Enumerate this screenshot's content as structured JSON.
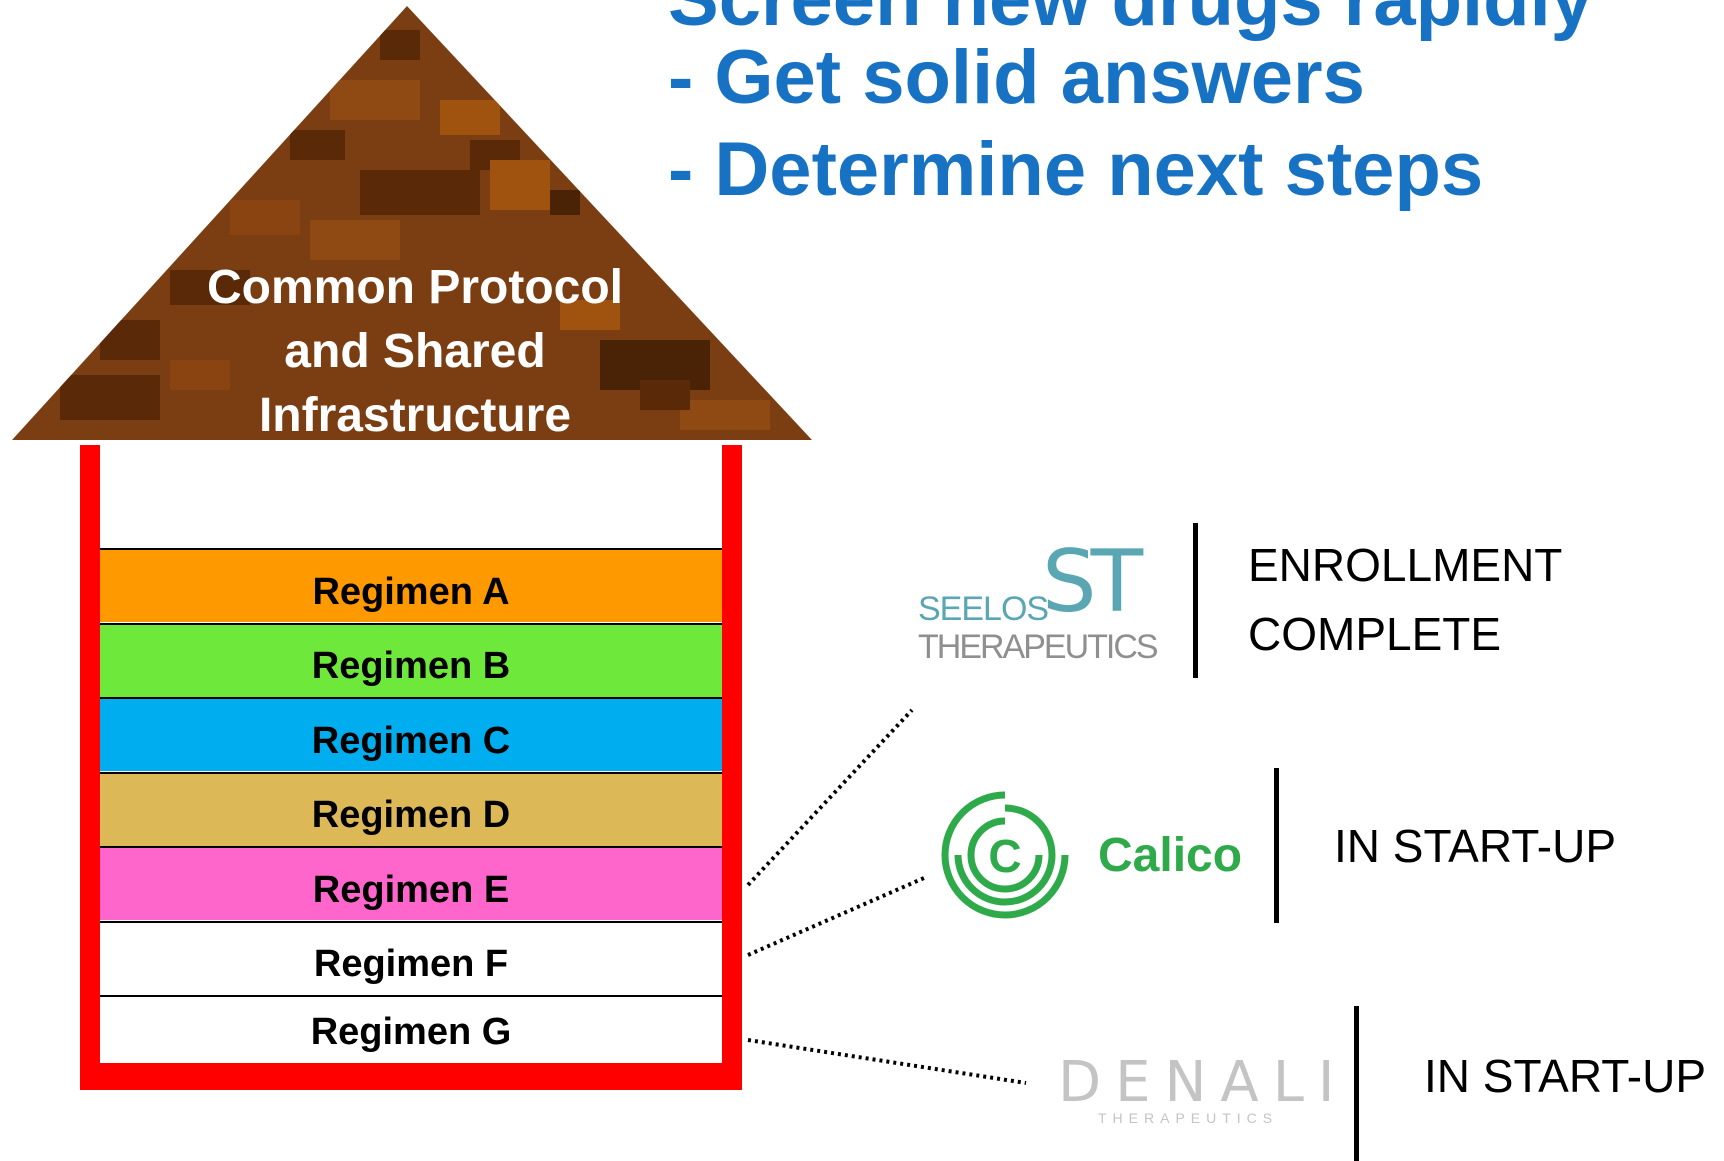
{
  "headline": {
    "bullets": [
      "Screen new drugs rapidly",
      "- Get solid answers",
      "- Determine next steps"
    ]
  },
  "roof": {
    "lines": [
      "Common Protocol",
      "and Shared",
      "Infrastructure"
    ],
    "color": "#7a3e12"
  },
  "regimens": [
    {
      "label": "Regimen A",
      "color": "#ff9900"
    },
    {
      "label": "Regimen B",
      "color": "#6ee83a"
    },
    {
      "label": "Regimen C",
      "color": "#00adef"
    },
    {
      "label": "Regimen D",
      "color": "#ddb857"
    },
    {
      "label": "Regimen E",
      "color": "#ff66cc"
    },
    {
      "label": "Regimen F",
      "color": "#ffffff"
    },
    {
      "label": "Regimen G",
      "color": "#ffffff"
    }
  ],
  "partners": [
    {
      "logo_icon": "seelos-st-logo",
      "logo_mark": "ST",
      "logo_lines": [
        "SEELOS",
        "THERAPEUTICS"
      ],
      "status_lines": [
        "ENROLLMENT",
        "COMPLETE"
      ]
    },
    {
      "logo_icon": "calico-circle-logo",
      "logo_name": "Calico",
      "status_lines": [
        "IN START-UP"
      ]
    },
    {
      "logo_icon": "denali-logo",
      "logo_name": "DENALI",
      "logo_sub": "THERAPEUTICS",
      "status_lines": [
        "IN START-UP"
      ]
    }
  ],
  "colors": {
    "headline": "#1872c4",
    "wall": "#ff0000",
    "calico_green": "#2eaa4a",
    "seelos_teal": "#5aa7b3"
  }
}
